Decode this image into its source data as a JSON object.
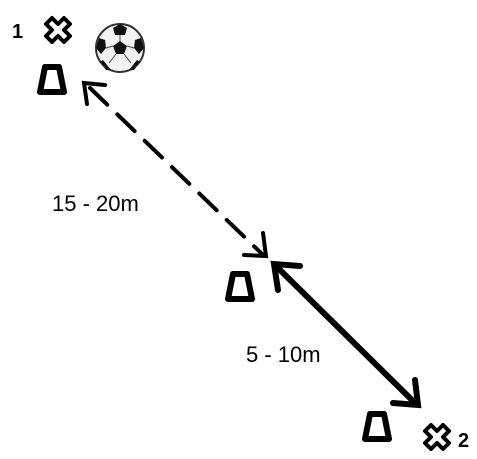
{
  "players": [
    {
      "label": "1",
      "icon": "player-x-icon"
    },
    {
      "label": "2",
      "icon": "player-x-icon"
    }
  ],
  "distances": {
    "pass": "15 - 20m",
    "run": "5 - 10m"
  },
  "icons": {
    "ball": "soccer-ball-icon",
    "cone": "cone-icon",
    "pass_arrow": "dashed-double-arrow",
    "run_arrow": "solid-double-arrow"
  },
  "colors": {
    "ink": "#000000",
    "background": "#ffffff"
  }
}
